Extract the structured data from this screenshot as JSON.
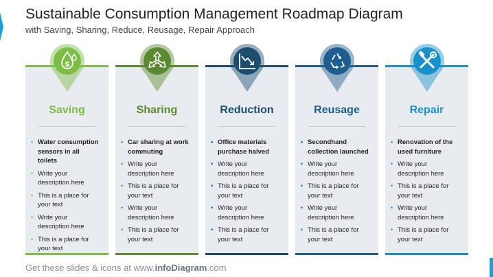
{
  "slide": {
    "title": "Sustainable Consumption Management Roadmap Diagram",
    "subtitle": "with Saving, Sharing, Reduce, Reusage, Repair Approach",
    "footer_prefix": "Get these slides & icons at www.",
    "footer_brand": "infoDiagram",
    "footer_suffix": ".com"
  },
  "columns": [
    {
      "title": "Saving",
      "color": "#7cbd44",
      "dark": "#5f9a2e",
      "icon": "money-drops-icon",
      "bullets": [
        "Water consumption sensors in all toilets",
        "Write your description here",
        "This is a place for your text",
        "Write your description here",
        "This is a place for your text"
      ]
    },
    {
      "title": "Sharing",
      "color": "#5a8a2f",
      "dark": "#46701f",
      "icon": "share-arrows-icon",
      "bullets": [
        "Car sharing at work commuting",
        "Write your description here",
        "This is a place for your text",
        "Write your description here",
        "This is a place for your text"
      ]
    },
    {
      "title": "Reduction",
      "color": "#1d4e6f",
      "dark": "#143a54",
      "icon": "decrease-chart-icon",
      "bullets": [
        "Office materials purchase halved",
        "Write your description here",
        "This is a place for your text",
        "Write your description here",
        "This is a place for your text"
      ]
    },
    {
      "title": "Reusage",
      "color": "#1e5d8e",
      "dark": "#154670",
      "icon": "recycle-icon",
      "bullets": [
        "Secondhand collection launched",
        "Write your description here",
        "This is a place for your text",
        "Write your description here",
        "This is a place for your text"
      ]
    },
    {
      "title": "Repair",
      "color": "#1a90c8",
      "dark": "#1473a3",
      "icon": "tools-icon",
      "bullets": [
        "Renovation of the used furniture",
        "Write your description here",
        "This is a place for your text",
        "Write your description here",
        "This is a place for your text"
      ]
    }
  ]
}
